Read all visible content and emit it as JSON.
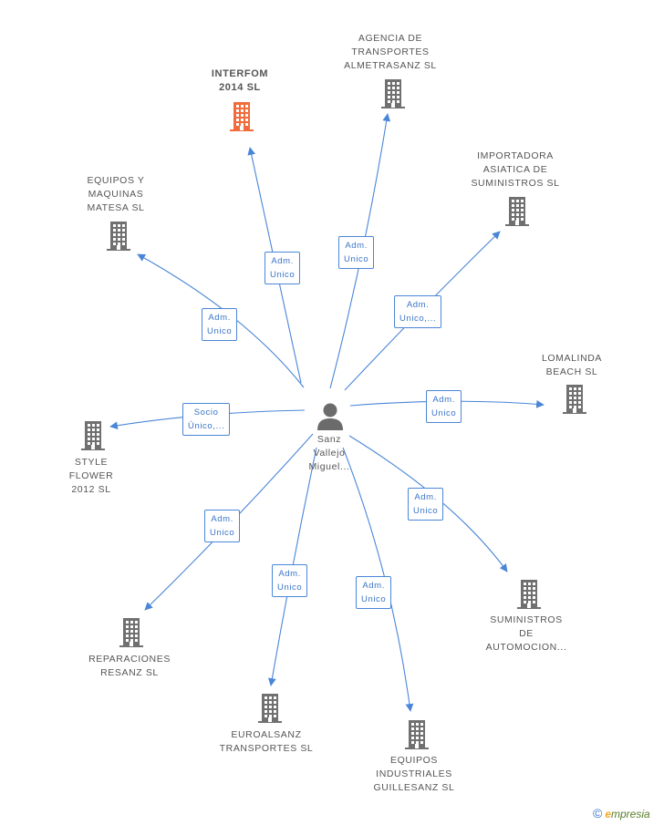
{
  "center": {
    "name_lines": [
      "Sanz",
      "Vallejo",
      "Miguel..."
    ],
    "icon": "person-icon"
  },
  "companies": [
    {
      "id": "interfom",
      "lines": [
        "INTERFOM",
        "2014  SL"
      ],
      "highlight": true,
      "icon": "building-icon"
    },
    {
      "id": "agencia",
      "lines": [
        "AGENCIA DE",
        "TRANSPORTES",
        "ALMETRASANZ SL"
      ],
      "highlight": false,
      "icon": "building-icon"
    },
    {
      "id": "importadora",
      "lines": [
        "IMPORTADORA",
        "ASIATICA DE",
        "SUMINISTROS SL"
      ],
      "highlight": false,
      "icon": "building-icon"
    },
    {
      "id": "equipos-maquinas",
      "lines": [
        "EQUIPOS Y",
        "MAQUINAS",
        "MATESA SL"
      ],
      "highlight": false,
      "icon": "building-icon"
    },
    {
      "id": "lomalinda",
      "lines": [
        "LOMALINDA",
        "BEACH SL"
      ],
      "highlight": false,
      "icon": "building-icon"
    },
    {
      "id": "style-flower",
      "lines": [
        "STYLE",
        "FLOWER",
        "2012  SL"
      ],
      "highlight": false,
      "icon": "building-icon"
    },
    {
      "id": "suministros",
      "lines": [
        "SUMINISTROS",
        "DE",
        "AUTOMOCION..."
      ],
      "highlight": false,
      "icon": "building-icon"
    },
    {
      "id": "reparaciones",
      "lines": [
        "REPARACIONES",
        "RESANZ SL"
      ],
      "highlight": false,
      "icon": "building-icon"
    },
    {
      "id": "euroalsanz",
      "lines": [
        "EUROALSANZ",
        "TRANSPORTES SL"
      ],
      "highlight": false,
      "icon": "building-icon"
    },
    {
      "id": "equipos-industriales",
      "lines": [
        "EQUIPOS",
        "INDUSTRIALES",
        "GUILLESANZ SL"
      ],
      "highlight": false,
      "icon": "building-icon"
    }
  ],
  "edges": [
    {
      "to": "interfom",
      "lines": [
        "Adm.",
        "Unico"
      ]
    },
    {
      "to": "agencia",
      "lines": [
        "Adm.",
        "Unico"
      ]
    },
    {
      "to": "importadora",
      "lines": [
        "Adm.",
        "Unico,..."
      ]
    },
    {
      "to": "equipos-maquinas",
      "lines": [
        "Adm.",
        "Unico"
      ]
    },
    {
      "to": "lomalinda",
      "lines": [
        "Adm.",
        "Unico"
      ]
    },
    {
      "to": "style-flower",
      "lines": [
        "Socio",
        "Único,..."
      ]
    },
    {
      "to": "suministros",
      "lines": [
        "Adm.",
        "Unico"
      ]
    },
    {
      "to": "reparaciones",
      "lines": [
        "Adm.",
        "Unico"
      ]
    },
    {
      "to": "euroalsanz",
      "lines": [
        "Adm.",
        "Unico"
      ]
    },
    {
      "to": "equipos-industriales",
      "lines": [
        "Adm.",
        "Unico"
      ]
    }
  ],
  "colors": {
    "edge": "#4a86d8",
    "building": "#707070",
    "highlight": "#f26b3a"
  },
  "brand": {
    "copyright": "©",
    "initial": "e",
    "rest": "mpresia"
  }
}
